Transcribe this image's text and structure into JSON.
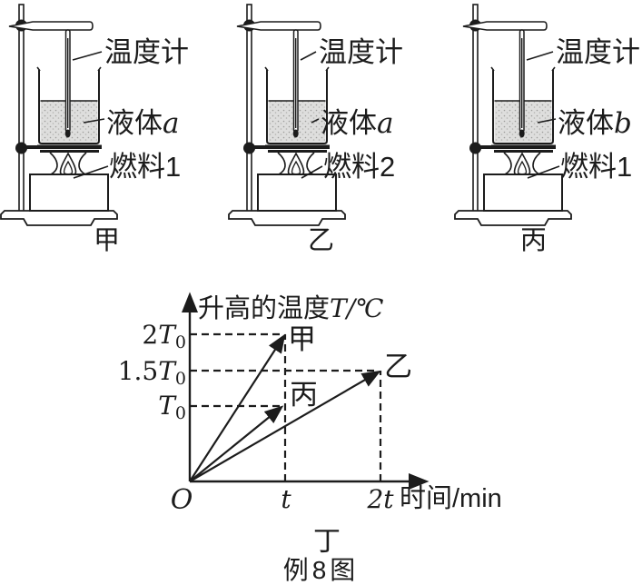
{
  "figure_caption": "例8图",
  "setups": [
    {
      "name": "甲",
      "thermometer": "温度计",
      "liquid_cn": "液体",
      "liquid_var": "a",
      "fuel": "燃料1"
    },
    {
      "name": "乙",
      "thermometer": "温度计",
      "liquid_cn": "液体",
      "liquid_var": "a",
      "fuel": "燃料2"
    },
    {
      "name": "丙",
      "thermometer": "温度计",
      "liquid_cn": "液体",
      "liquid_var": "b",
      "fuel": "燃料1"
    }
  ],
  "chart_data": {
    "type": "line",
    "panel_label": "丁",
    "ylabel_cn": "升高的温度",
    "ylabel_sym": "T/℃",
    "xlabel": "时间/min",
    "origin_label": "O",
    "x_unit": "t (min)",
    "y_unit": "T0 (°C)",
    "xlim": [
      0,
      2.5
    ],
    "ylim": [
      0,
      2.5
    ],
    "grid": "off",
    "x_tick_labels": [
      "t",
      "2t"
    ],
    "y_ticks_top_to_bottom": [
      {
        "pre": "2",
        "sym": "T",
        "sub": "0",
        "value": 2
      },
      {
        "pre": "1.5",
        "sym": "T",
        "sub": "0",
        "value": 1.5
      },
      {
        "pre": "",
        "sym": "T",
        "sub": "0",
        "value": 1
      }
    ],
    "series": [
      {
        "name": "甲",
        "points": [
          [
            0,
            0
          ],
          [
            1,
            2
          ]
        ],
        "endpoint": "reaches 2T0 at time t"
      },
      {
        "name": "乙",
        "points": [
          [
            0,
            0
          ],
          [
            2,
            1.5
          ]
        ],
        "endpoint": "reaches 1.5T0 at time 2t"
      },
      {
        "name": "丙",
        "points": [
          [
            0,
            0
          ],
          [
            1,
            1
          ]
        ],
        "endpoint": "reaches T0 at time t"
      }
    ],
    "guide_lines_dashed_at": [
      [
        "t",
        "2T0"
      ],
      [
        "t",
        "T0"
      ],
      [
        "2t",
        "1.5T0"
      ]
    ]
  }
}
